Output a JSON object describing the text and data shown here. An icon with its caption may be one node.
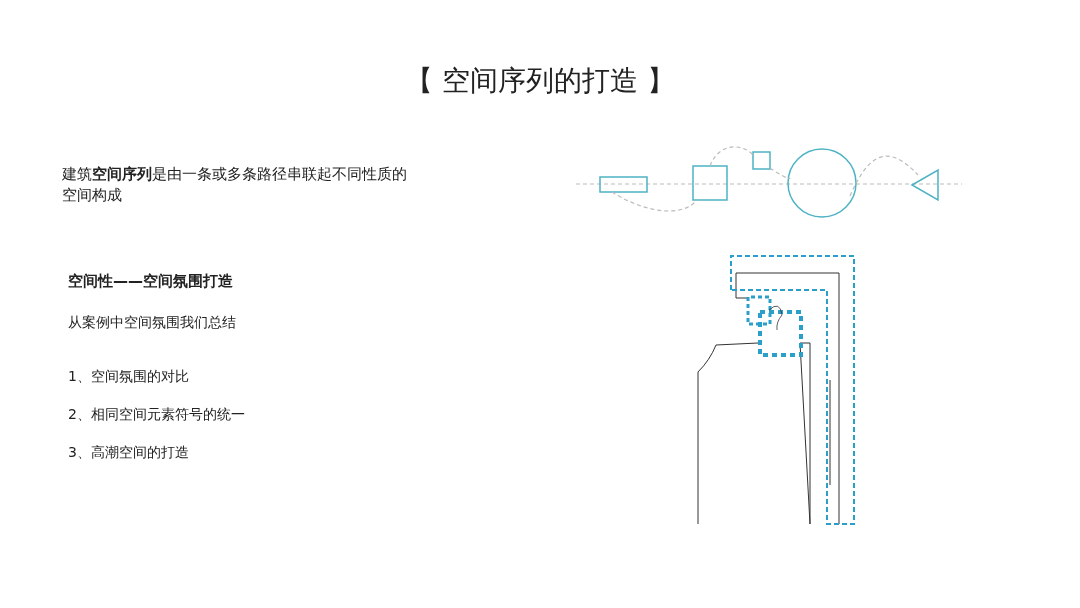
{
  "diagram": {
    "title": "【 空间序列的打造 】",
    "nodes": [
      {
        "text": [],
        "shape": "box"
      },
      {
        "text": [],
        "shape": "box"
      },
      {
        "text": [],
        "shape": "box"
      },
      {
        "text": [],
        "shape": "circle"
      },
      {
        "text": [],
        "shape": "triangle"
      }
    ],
    "edges": [
      {
        "from": 0,
        "to": 1,
        "arrow": "none",
        "style": "dashed"
      },
      {
        "from": 1,
        "to": 2,
        "arrow": "none",
        "style": "dashed"
      },
      {
        "from": 2,
        "to": 3,
        "arrow": "none",
        "style": "dashed"
      },
      {
        "from": 3,
        "to": 4,
        "arrow": "none",
        "style": "dashed"
      }
    ],
    "labels": [
      "建筑**空间序列**是由一条或多条路径串联起不同性质的空间构成",
      "空间性——空间氛围打造",
      "从案例中空间氛围我们总结",
      "1、空间氛围的对比",
      "2、相同空间元素符号的统一",
      "3、高潮空间的打造"
    ]
  }
}
